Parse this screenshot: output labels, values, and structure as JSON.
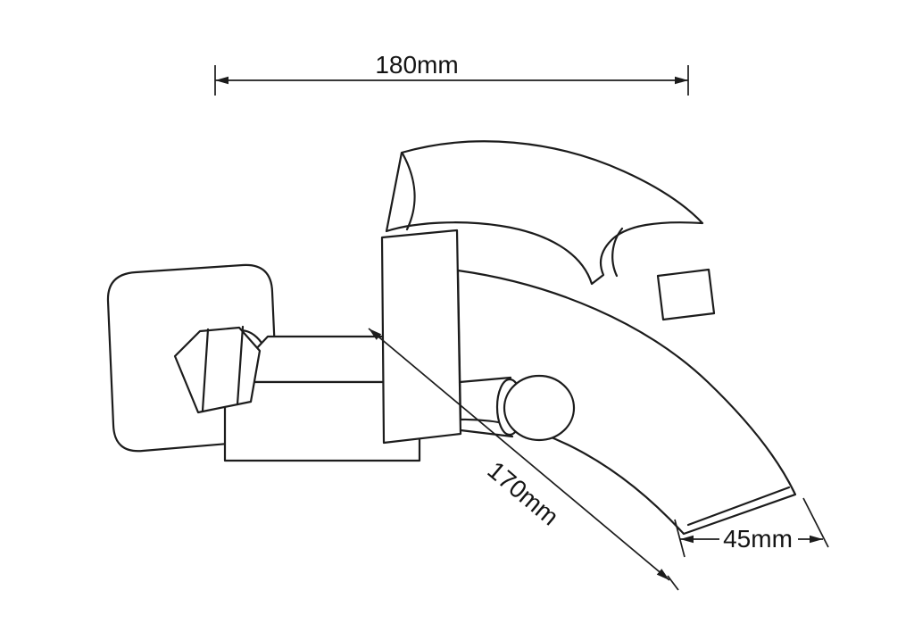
{
  "diagram": {
    "labels": {
      "width": "180mm",
      "length": "170mm",
      "spout_width": "45mm"
    },
    "colors": {
      "line": "#1c1c1c",
      "background": "#ffffff",
      "text": "#141414"
    }
  }
}
